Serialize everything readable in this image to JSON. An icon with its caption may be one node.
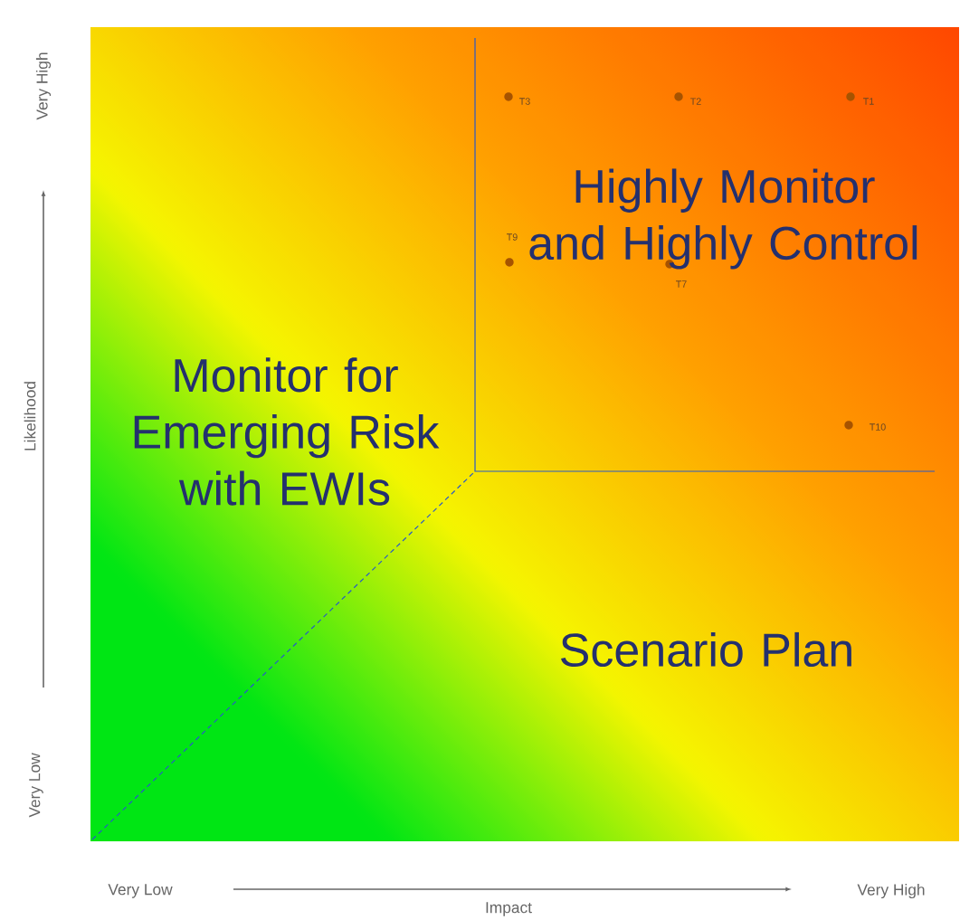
{
  "diagram": {
    "labels": [
      "Very High",
      "T3",
      "T2",
      "T1",
      "Highly Monitor and Highly Control",
      "T9",
      "T7",
      "Likelihood",
      "Monitor for Emerging Risk with EWIs",
      "T10",
      "Scenario Plan",
      "Very Low",
      "Very Low",
      "Very High",
      "Impact"
    ]
  }
}
